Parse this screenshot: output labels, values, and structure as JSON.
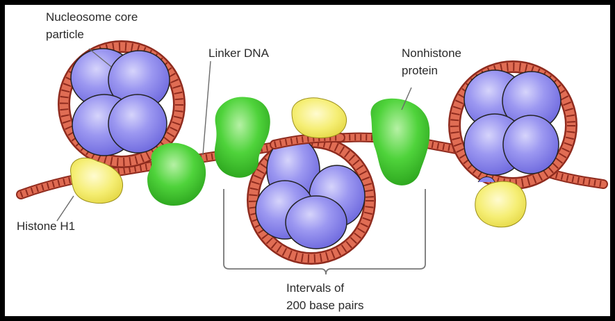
{
  "labels": {
    "nucleosome_line1": "Nucleosome core",
    "nucleosome_line2": "particle",
    "linker_dna": "Linker DNA",
    "nonhistone_line1": "Nonhistone",
    "nonhistone_line2": "protein",
    "histone_h1": "Histone H1",
    "intervals_line1": "Intervals of",
    "intervals_line2": "200 base pairs"
  },
  "colors": {
    "frame": "#000000",
    "dna_rope": "#d9614a",
    "dna_dark": "#8f2b1e",
    "histone_octamer": "#8a86ee",
    "histone_octamer_light": "#cac8fa",
    "histone_h1": "#f3ec6a",
    "nonhistone_protein": "#3ec42c",
    "label_text": "#2a2a2a",
    "leader_line": "#6a6a6a"
  }
}
